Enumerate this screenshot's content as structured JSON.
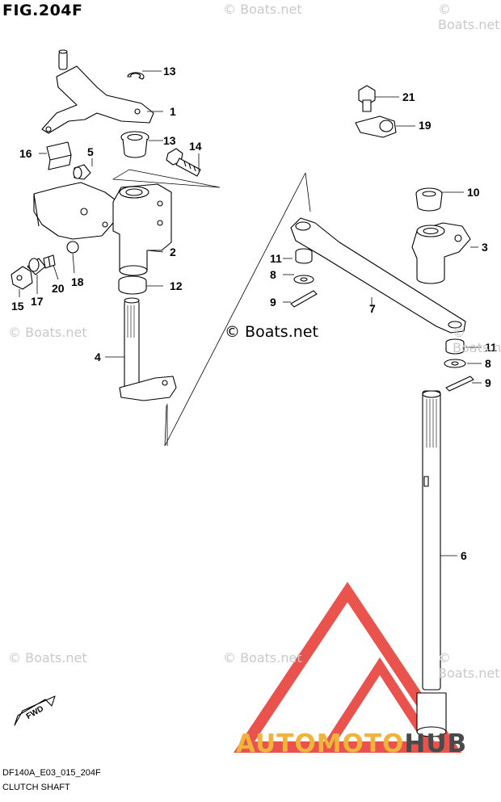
{
  "figure": {
    "title": "FIG.204F",
    "code": "DF140A_E03_015_204F",
    "name": "CLUTCH SHAFT",
    "fwd_label": "FWD"
  },
  "watermarks": {
    "center": "© Boats.net",
    "faint": "© Boats.net"
  },
  "logo": {
    "part_a": "AUTOMOTO",
    "part_b": "HUB",
    "color_a": "#f0b43c",
    "color_b": "#4a4a4a",
    "triangle_color": "#e8413a"
  },
  "callouts": [
    {
      "id": "c13a",
      "label": "13"
    },
    {
      "id": "c1",
      "label": "1"
    },
    {
      "id": "c13b",
      "label": "13"
    },
    {
      "id": "c14",
      "label": "14"
    },
    {
      "id": "c16",
      "label": "16"
    },
    {
      "id": "c5",
      "label": "5"
    },
    {
      "id": "c2",
      "label": "2"
    },
    {
      "id": "c12",
      "label": "12"
    },
    {
      "id": "c15",
      "label": "15"
    },
    {
      "id": "c17",
      "label": "17"
    },
    {
      "id": "c20",
      "label": "20"
    },
    {
      "id": "c18",
      "label": "18"
    },
    {
      "id": "c4",
      "label": "4"
    },
    {
      "id": "c21",
      "label": "21"
    },
    {
      "id": "c19",
      "label": "19"
    },
    {
      "id": "c10",
      "label": "10"
    },
    {
      "id": "c3",
      "label": "3"
    },
    {
      "id": "c11a",
      "label": "11"
    },
    {
      "id": "c8a",
      "label": "8"
    },
    {
      "id": "c9a",
      "label": "9"
    },
    {
      "id": "c7",
      "label": "7"
    },
    {
      "id": "c11b",
      "label": "11"
    },
    {
      "id": "c8b",
      "label": "8"
    },
    {
      "id": "c9b",
      "label": "9"
    },
    {
      "id": "c6",
      "label": "6"
    }
  ]
}
